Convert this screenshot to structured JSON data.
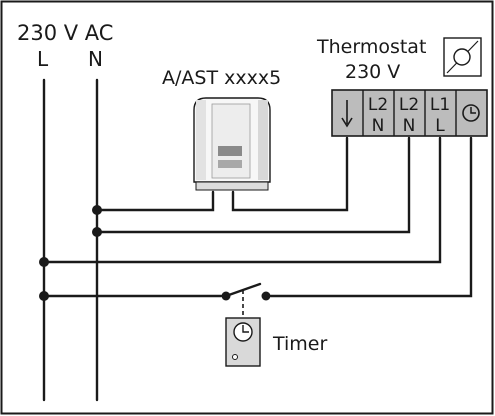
{
  "supply": {
    "voltage": "230 V AC",
    "l": "L",
    "n": "N"
  },
  "actuator": {
    "model": "A/AST xxxx5"
  },
  "thermostat": {
    "title": "Thermostat",
    "voltage": "230 V",
    "terminals": [
      {
        "icon": "down-arrow-icon",
        "top": "",
        "bottom": ""
      },
      {
        "top": "L2",
        "bottom": "N"
      },
      {
        "top": "L2",
        "bottom": "N"
      },
      {
        "top": "L1",
        "bottom": "L"
      },
      {
        "icon": "clock-icon",
        "top": "",
        "bottom": ""
      }
    ]
  },
  "timer": {
    "label": "Timer"
  },
  "colors": {
    "line": "#1a1a1a",
    "terminal_fill": "#bcbcbc",
    "background": "#ffffff"
  }
}
